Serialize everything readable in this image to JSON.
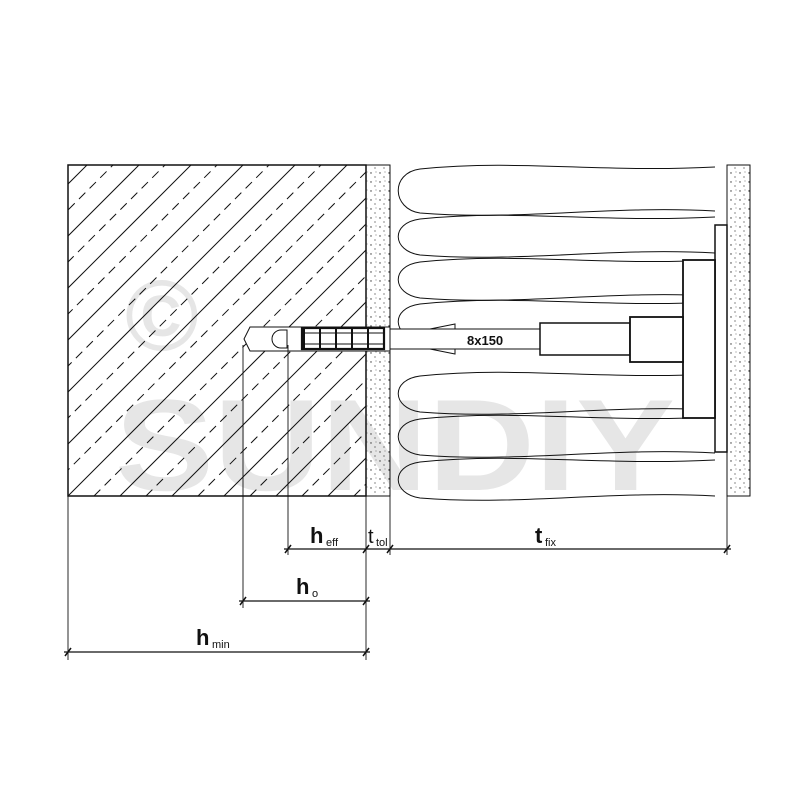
{
  "diagram": {
    "anchor_label": "8x150",
    "watermark": {
      "symbol": "©",
      "text": "SUNDIY"
    },
    "dimensions": {
      "h_eff": {
        "main": "h",
        "sub": "eff"
      },
      "t_tol": {
        "main": "t",
        "sub": "tol"
      },
      "t_fix": {
        "main": "t",
        "sub": "fix"
      },
      "h_0": {
        "main": "h",
        "sub": "o"
      },
      "h_min": {
        "main": "h",
        "sub": "min"
      }
    },
    "colors": {
      "line": "#111111",
      "watermark": "#e6e6e6"
    }
  }
}
